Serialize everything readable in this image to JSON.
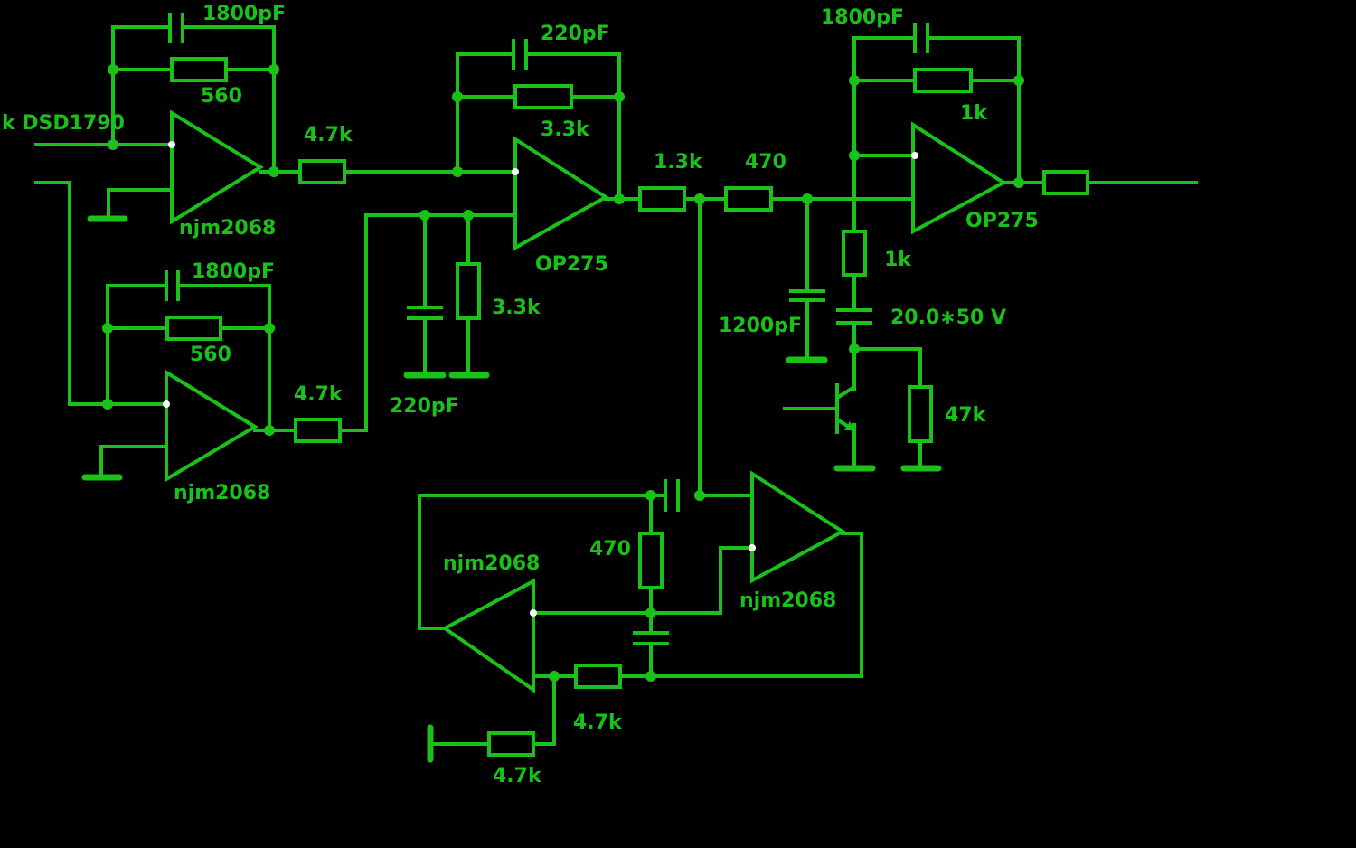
{
  "colors": {
    "background": "#000000",
    "trace": "#19c119"
  },
  "labels": {
    "input_src": "k DSD1790",
    "c1": "1800pF",
    "r_fb1": "560",
    "u1": "njm2068",
    "r_in1": "4.7k",
    "c2": "1800pF",
    "r_fb2": "560",
    "u2": "njm2068",
    "r_in2": "4.7k",
    "c3": "220pF",
    "r3": "3.3k",
    "u3": "OP275",
    "r_shunt": "3.3k",
    "c_shunt": "220pF",
    "r4": "1.3k",
    "r5": "470",
    "c5": "1200pF",
    "c6": "1800pF",
    "r6": "1k",
    "u4": "OP275",
    "r7": "1k",
    "c7": "20.0∗50 V",
    "r8": "47k",
    "u5": "njm2068",
    "u6": "njm2068",
    "r9": "470",
    "r10": "4.7k",
    "r11": "4.7k"
  }
}
